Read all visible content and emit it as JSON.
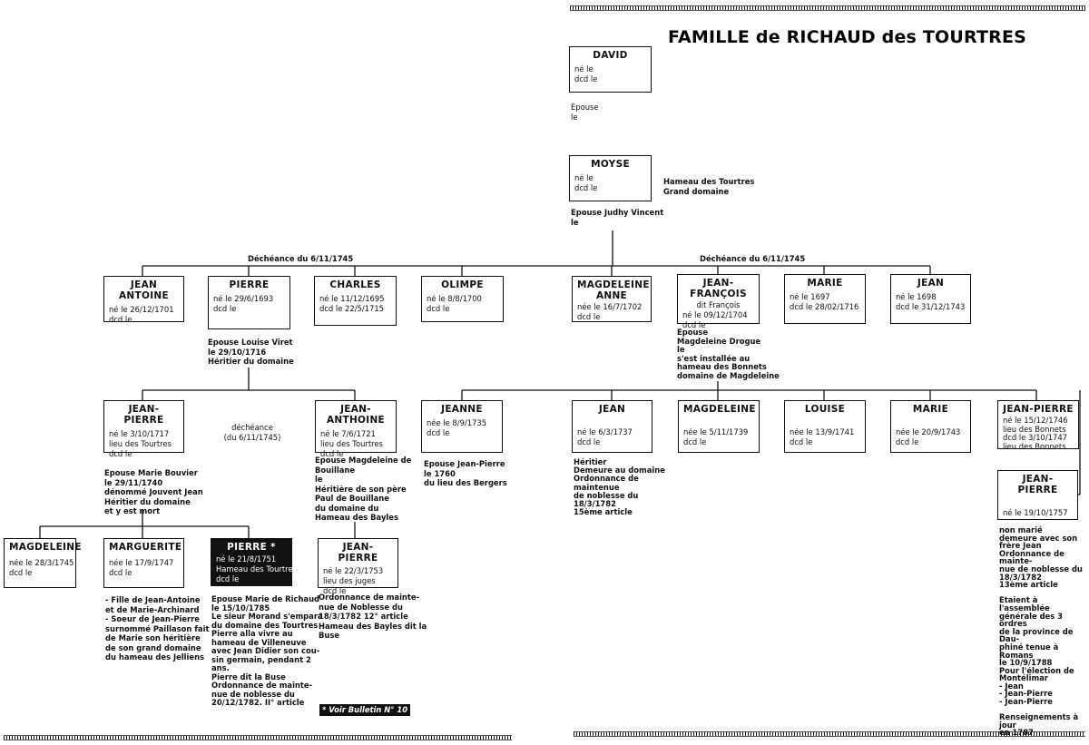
{
  "title": "FAMILLE de RICHAUD des TOURTRES",
  "people": {
    "david": {
      "name": "DAVID",
      "lines": [
        "né le",
        "dcd le"
      ]
    },
    "moyse": {
      "name": "MOYSE",
      "lines": [
        "né le",
        "dcd le"
      ]
    },
    "jean_antoine": {
      "name": "JEAN ANTOINE",
      "lines": [
        "né le 26/12/1701",
        "dcd le"
      ]
    },
    "pierre_1693": {
      "name": "PIERRE",
      "lines": [
        "né le 29/6/1693",
        "dcd le"
      ]
    },
    "charles": {
      "name": "CHARLES",
      "lines": [
        "né le 11/12/1695",
        "dcd le 22/5/1715"
      ]
    },
    "olimpe": {
      "name": "OLIMPE",
      "lines": [
        "né le 8/8/1700",
        "dcd le"
      ]
    },
    "magdeleine_anne": {
      "name": "MAGDELEINE\nANNE",
      "lines": [
        "née le 16/7/1702",
        "dcd le"
      ]
    },
    "jean_francois": {
      "name": "JEAN-FRANÇOIS",
      "lines": [
        "dit François",
        "né le 09/12/1704",
        "dcd le"
      ]
    },
    "marie_1697": {
      "name": "MARIE",
      "lines": [
        "né le 1697",
        "dcd le 28/02/1716"
      ]
    },
    "jean_1698": {
      "name": "JEAN",
      "lines": [
        "né le 1698",
        "dcd le 31/12/1743"
      ]
    },
    "jean_pierre_1717": {
      "name": "JEAN-PIERRE",
      "lines": [
        "né le 3/10/1717",
        "lieu des Tourtres",
        "dcd le"
      ]
    },
    "jean_anthoine": {
      "name": "JEAN-ANTHOINE",
      "lines": [
        "né le 7/6/1721",
        "lieu des Tourtres",
        "dcd le"
      ]
    },
    "jeanne": {
      "name": "JEANNE",
      "lines": [
        "née le 8/9/1735",
        "dcd le"
      ]
    },
    "jean_1737": {
      "name": "JEAN",
      "lines": [
        "né le 6/3/1737",
        "dcd le"
      ]
    },
    "magdeleine_1739": {
      "name": "MAGDELEINE",
      "lines": [
        "née le 5/11/1739",
        "dcd le"
      ]
    },
    "louise": {
      "name": "LOUISE",
      "lines": [
        "née le 13/9/1741",
        "dcd le"
      ]
    },
    "marie_1743": {
      "name": "MARIE",
      "lines": [
        "née le 20/9/1743",
        "dcd le"
      ]
    },
    "jean_pierre_1746": {
      "name": "JEAN-PIERRE",
      "lines": [
        "né le 15/12/1746",
        "lieu des Bonnets",
        "dcd le 3/10/1747",
        "lieu des Bonnets"
      ]
    },
    "magdeleine_1745": {
      "name": "MAGDELEINE",
      "lines": [
        "née le 28/3/1745",
        "dcd le"
      ]
    },
    "marguerite": {
      "name": "MARGUERITE",
      "lines": [
        "née le 17/9/1747",
        "dcd le"
      ]
    },
    "pierre_1751": {
      "name": "PIERRE *",
      "lines": [
        "né le 21/8/1751",
        "Hameau des Tourtres",
        "dcd le"
      ]
    },
    "jean_pierre_1753": {
      "name": "JEAN-PIERRE",
      "lines": [
        "né le 22/3/1753",
        "lieu des juges",
        "dcd le"
      ]
    },
    "jean_pierre_1757": {
      "name": "JEAN-PIERRE",
      "lines": [
        "né le 19/10/1757"
      ]
    }
  },
  "notes": {
    "david_spouse": "Epouse\nle",
    "moyse_spouse": "Epouse Judhy Vincent\nle",
    "moyse_place": "Hameau des Tourtres\nGrand domaine",
    "decheance_left": "Déchéance du 6/11/1745",
    "decheance_right": "Déchéance du 6/11/1745",
    "pierre_spouse": "Epouse Louise Viret\nle 29/10/1716\nHéritier du domaine",
    "jf_spouse": "Epouse\nMagdeleine Drogue\nle\ns'est installée au\nhameau des Bonnets\ndomaine de Magdeleine",
    "decheance_mid": "déchéance\n(du 6/11/1745)",
    "jp1717_spouse": "Epouse Marie Bouvier\nle 29/11/1740\ndénommé Jouvent Jean\nHéritier du domaine\net y est mort",
    "ja_spouse": "Epouse Magdeleine de\nBouillane\nle\nHéritière de son père\nPaul de Bouillane\ndu domaine du\nHameau des Bayles",
    "jeanne_spouse": "Epouse Jean-Pierre\nle                    1760\ndu lieu des Bergers",
    "jean1737_note": "Héritier\nDemeure au domaine\nOrdonnance de\nmaintenue\nde noblesse du\n18/3/1782\n15ème article",
    "jp1757_note": "non marié\ndemeure avec son\nfrère Jean\nOrdonnance de mainte-\nnue de noblesse du\n18/3/1782\n13ème article\n\nEtaient à l'assemblée\ngénérale des 3 ordres\nde la province de Dau-\nphiné tenue à Romans\nle 10/9/1788\nPour l'élection de\nMontélimar\n- Jean\n- Jean-Pierre\n- Jean-Pierre\n\nRenseignements à jour\nen 1787",
    "marguerite_note": "- Fille de Jean-Antoine\net de Marie-Archinard\n- Soeur de Jean-Pierre\nsurnommé Paillason fait\nde Marie son héritière\nde son grand domaine\ndu hameau des Jelliens",
    "pierre1751_note": "Epouse Marie de Richaud\nle 15/10/1785\nLe sieur Morand s'empara\ndu domaine des Tourtres\nPierre alla vivre au\nhameau de Villeneuve\navec Jean Didier son cou-\nsin germain, pendant 2\nans.\nPierre dit la Buse\nOrdonnance de mainte-\nnue de noblesse du\n20/12/1782. II° article",
    "jp1753_note": "Ordonnance de mainte-\nnue de Noblesse du\n18/3/1782 12° article\nHameau des Bayles dit la\nBuse",
    "bulletin": "* Voir Bulletin N° 10"
  }
}
